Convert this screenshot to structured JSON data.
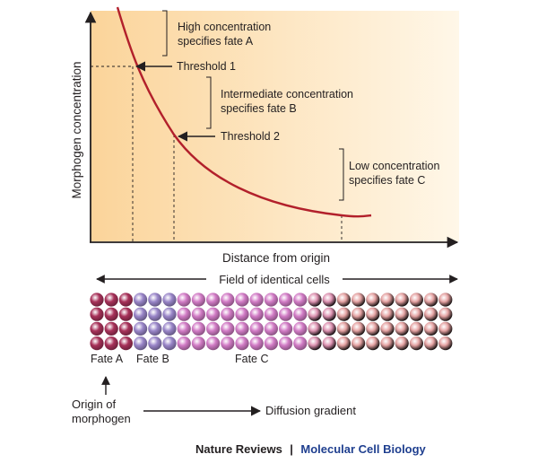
{
  "graph": {
    "y_axis_label": "Morphogen concentration",
    "x_axis_label": "Distance from origin",
    "annotations": [
      {
        "lines": [
          "High concentration",
          "specifies fate A"
        ]
      },
      {
        "lines": [
          "Intermediate concentration",
          "specifies fate B"
        ]
      },
      {
        "lines": [
          "Low concentration",
          "specifies fate C"
        ]
      }
    ],
    "thresholds": [
      "Threshold 1",
      "Threshold 2"
    ]
  },
  "field": {
    "label": "Field of identical cells",
    "columns": 25,
    "rows": 4,
    "groups": [
      {
        "fate": "Fate A",
        "columns": 3,
        "color": "#a8325a"
      },
      {
        "fate": "Fate B",
        "columns": 3,
        "color": "#9a86c9"
      },
      {
        "fate": "Fate C",
        "columns": 19,
        "color_near": "#d27cc6",
        "color_far": "#e7a79b"
      }
    ]
  },
  "origin_label": [
    "Origin of",
    "morphogen"
  ],
  "gradient_label": "Diffusion gradient",
  "colors": {
    "curve": "#b2202b",
    "shade_start": "#fbd49a",
    "shade_end": "#fff7e8"
  },
  "credit": {
    "journal": "Nature Reviews",
    "separator": "|",
    "subject": "Molecular Cell Biology"
  }
}
